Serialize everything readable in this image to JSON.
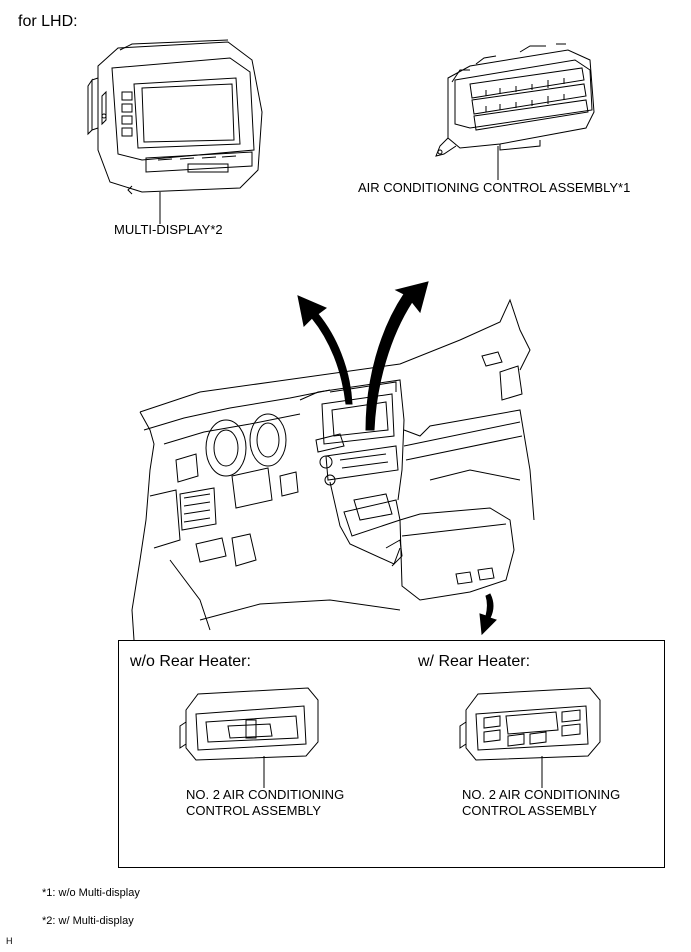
{
  "header": {
    "region": "for LHD:"
  },
  "top_parts": {
    "multi_display": "MULTI-DISPLAY*2",
    "ac_control": "AIR CONDITIONING CONTROL ASSEMBLY*1"
  },
  "inset": {
    "left_heading": "w/o Rear Heater:",
    "right_heading": "w/ Rear Heater:",
    "left_label_line1": "NO. 2 AIR CONDITIONING",
    "left_label_line2": "CONTROL ASSEMBLY",
    "right_label_line1": "NO. 2 AIR CONDITIONING",
    "right_label_line2": "CONTROL ASSEMBLY"
  },
  "footnotes": {
    "note1": "*1: w/o Multi-display",
    "note2": "*2: w/ Multi-display"
  },
  "corner_mark": "H"
}
